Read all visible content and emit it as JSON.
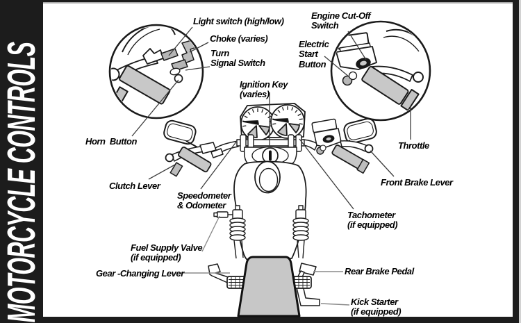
{
  "sidebar": {
    "title": "MOTORCYCLE CONTROLS"
  },
  "labels": {
    "light_switch": "Light switch (high/low)",
    "choke": "Choke (varies)",
    "turn_signal": "Turn\nSignal Switch",
    "ignition_key": "Ignition Key\n(varies)",
    "engine_cutoff": "Engine Cut-Off\nSwitch",
    "electric_start": "Electric\nStart\nButton",
    "throttle": "Throttle",
    "horn": "Horn  Button",
    "clutch": "Clutch Lever",
    "speedometer": "Speedometer\n& Odometer",
    "front_brake": "Front Brake Lever",
    "tachometer": "Tachometer\n(if equipped)",
    "fuel_valve": "Fuel Supply Valve\n(if equipped)",
    "gear_lever": "Gear -Changing Lever",
    "rear_brake": "Rear Brake Pedal",
    "kick_starter": "Kick Starter\n(if equipped)"
  },
  "colors": {
    "frame": "#1c1c1c",
    "panel": "#ffffff",
    "line_art": "#1a1a1a",
    "gray_fill": "#c7c7c7",
    "leader_dark": "#3c3c3c",
    "leader_light": "#8a8a8a",
    "sidebar_text": "#ffffff"
  }
}
